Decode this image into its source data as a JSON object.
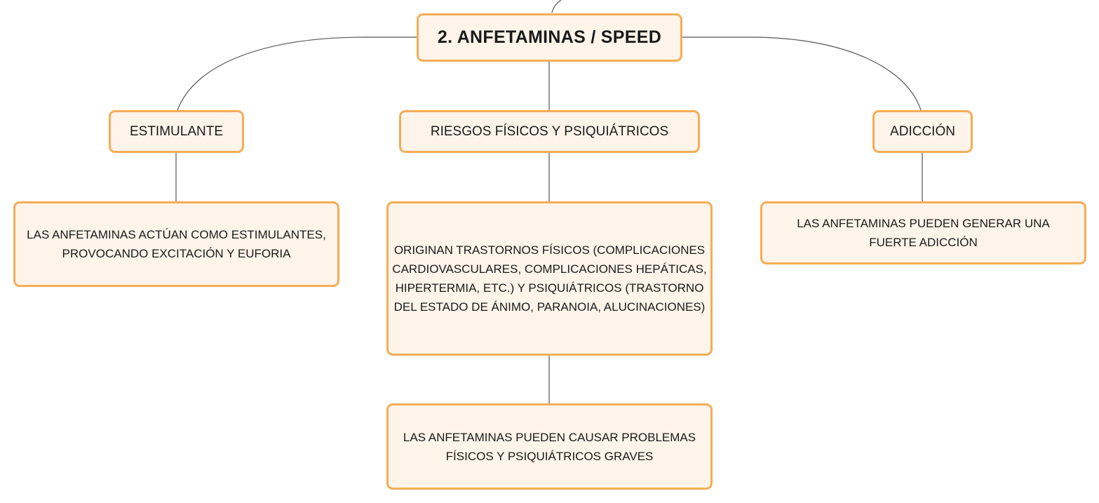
{
  "map": {
    "root": {
      "label": "2. ANFETAMINAS / SPEED"
    },
    "branches": [
      {
        "label": "ESTIMULANTE",
        "detail": "LAS ANFETAMINAS ACTÚAN COMO ESTIMULANTES, PROVOCANDO EXCITACIÓN Y EUFORIA"
      },
      {
        "label": "RIESGOS FÍSICOS Y PSIQUIÁTRICOS",
        "detail": "ORIGINAN TRASTORNOS FÍSICOS (COMPLICACIONES CARDIOVASCULARES, COMPLICACIONES HEPÁTICAS, HIPERTERMIA, ETC.) Y PSIQUIÁTRICOS (TRASTORNO DEL ESTADO DE ÁNIMO, PARANOIA, ALUCINACIONES)",
        "subdetail": "LAS ANFETAMINAS PUEDEN CAUSAR PROBLEMAS FÍSICOS Y PSIQUIÁTRICOS GRAVES"
      },
      {
        "label": "ADICCIÓN",
        "detail": "LAS ANFETAMINAS PUEDEN GENERAR UNA FUERTE ADICCIÓN"
      }
    ]
  },
  "colors": {
    "node_fill": "#fff4ea",
    "node_border": "#f4ad57",
    "connector": "#555555",
    "text": "#1a1a1a"
  }
}
